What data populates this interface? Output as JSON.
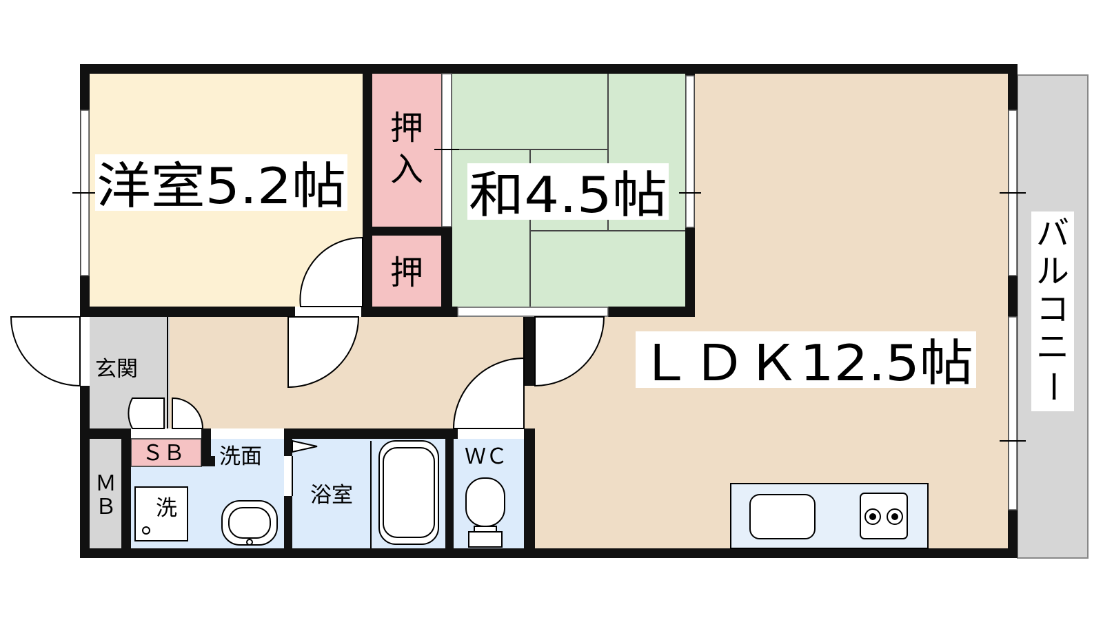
{
  "colors": {
    "western_room": "#fdf1d3",
    "japanese_room": "#d4ead0",
    "closet": "#f5c2c3",
    "ldk": "#efddc6",
    "hallway": "#efddc6",
    "entrance": "#d6d6d6",
    "wet_area": "#dcebfb",
    "balcony": "#d6d6d6",
    "wall": "#111111"
  },
  "rooms": {
    "western": "洋室5.2帖",
    "japanese": "和4.5帖",
    "ldk": "ＬＤＫ12.5帖",
    "closet_upper_1": "押",
    "closet_upper_2": "入",
    "closet_lower": "押",
    "entrance": "玄関",
    "shoe_box": "ＳＢ",
    "washroom": "洗面",
    "bathroom": "浴室",
    "toilet": "ＷＣ",
    "meter_box_1": "Ｍ",
    "meter_box_2": "Ｂ",
    "laundry": "洗",
    "balcony": [
      "バ",
      "ル",
      "コ",
      "ニ",
      "ー"
    ]
  }
}
